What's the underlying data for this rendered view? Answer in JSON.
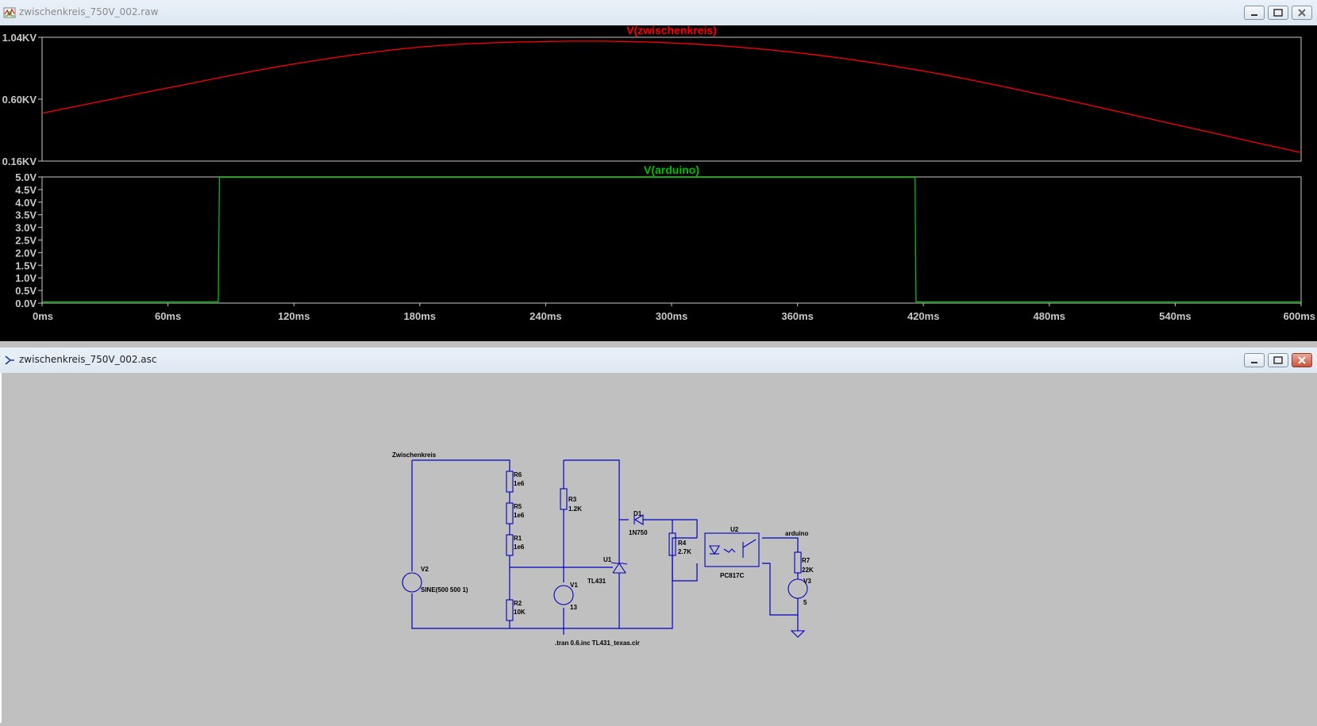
{
  "plot_window": {
    "title": "zwischenkreis_750V_002.raw",
    "trace1_name": "V(zwischenkreis)",
    "trace2_name": "V(arduino)",
    "trace1_color": "#ff0000",
    "trace2_color": "#00c000",
    "y1_ticks": [
      "1.04KV",
      "0.60KV",
      "0.16KV"
    ],
    "y2_ticks": [
      "5.0V",
      "4.5V",
      "4.0V",
      "3.5V",
      "3.0V",
      "2.5V",
      "2.0V",
      "1.5V",
      "1.0V",
      "0.5V",
      "0.0V"
    ],
    "x_ticks": [
      "0ms",
      "60ms",
      "120ms",
      "180ms",
      "240ms",
      "300ms",
      "360ms",
      "420ms",
      "480ms",
      "540ms",
      "600ms"
    ]
  },
  "chart_data": [
    {
      "type": "line",
      "series": [
        {
          "name": "V(zwischenkreis)",
          "x_ms": [
            0,
            60,
            120,
            180,
            240,
            300,
            360,
            420,
            480,
            540,
            600
          ],
          "values_kv": [
            0.5,
            0.68,
            0.85,
            0.97,
            1.01,
            1.0,
            0.93,
            0.8,
            0.62,
            0.42,
            0.22
          ]
        }
      ],
      "xlabel": "",
      "ylabel": "",
      "xlim": [
        0,
        600
      ],
      "ylim": [
        0.16,
        1.04
      ]
    },
    {
      "type": "line",
      "series": [
        {
          "name": "V(arduino)",
          "x_ms": [
            0,
            84,
            84.5,
            416,
            416.5,
            600
          ],
          "values_v": [
            0.05,
            0.05,
            4.98,
            4.98,
            0.05,
            0.05
          ]
        }
      ],
      "xlabel": "",
      "ylabel": "",
      "xlim": [
        0,
        600
      ],
      "ylim": [
        0,
        5
      ]
    }
  ],
  "schematic_window": {
    "title": "zwischenkreis_750V_002.asc",
    "wire_color": "#0000c0",
    "labels": {
      "zwischenkreis": "Zwischenkreis",
      "arduino": "arduino",
      "R6": "R6",
      "R6v": "1e6",
      "R5": "R5",
      "R5v": "1e6",
      "R1": "R1",
      "R1v": "1e6",
      "R2": "R2",
      "R2v": "10K",
      "R3": "R3",
      "R3v": "1.2K",
      "R4": "R4",
      "R4v": "2.7K",
      "R7": "R7",
      "R7v": "22K",
      "D1": "D1",
      "D1v": "1N750",
      "U1": "U1",
      "U1v": "TL431",
      "U2": "U2",
      "U2v": "PC817C",
      "V1": "V1",
      "V1v": "13",
      "V2": "V2",
      "V2v": "SINE(500 500 1)",
      "V3": "V3",
      "V3v": "5",
      "directive": ".tran 0.6.inc TL431_texas.cir"
    }
  }
}
